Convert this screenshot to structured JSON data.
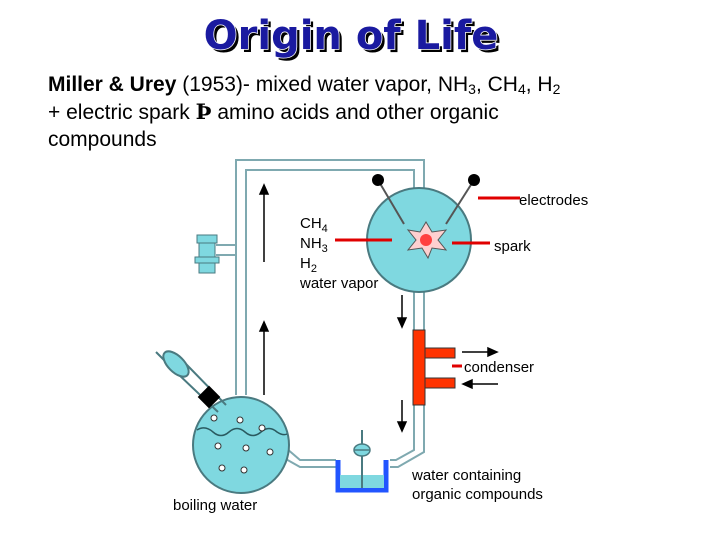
{
  "title": "Origin of Life",
  "intro": {
    "authors": "Miller & Urey",
    "year_text": " (1953)- mixed water vapor, NH",
    "sub1": "3",
    "mid1": ", CH",
    "sub2": "4",
    "mid2": ", H",
    "sub3": "2",
    "line2_start": "+ electric spark ",
    "arrow_symbol": "Þ",
    "line2_end": " amino acids and other organic",
    "line3": "compounds"
  },
  "labels": {
    "electrodes": "electrodes",
    "spark": "spark",
    "condenser": "condenser",
    "boiling_water": "boiling water",
    "water_organic_line1": "water containing",
    "water_organic_line2": "organic compounds"
  },
  "gases": {
    "ch": "CH",
    "ch_sub": "4",
    "nh": "NH",
    "nh_sub": "3",
    "h": "H",
    "h_sub": "2",
    "vapor": "water vapor"
  },
  "colors": {
    "title": "#1a1aa0",
    "flask_fill": "#7fd8e0",
    "tube": "#7fa9b0",
    "red": "#e00000",
    "condenser": "#ff3300",
    "trap_water": "#2255ff"
  }
}
